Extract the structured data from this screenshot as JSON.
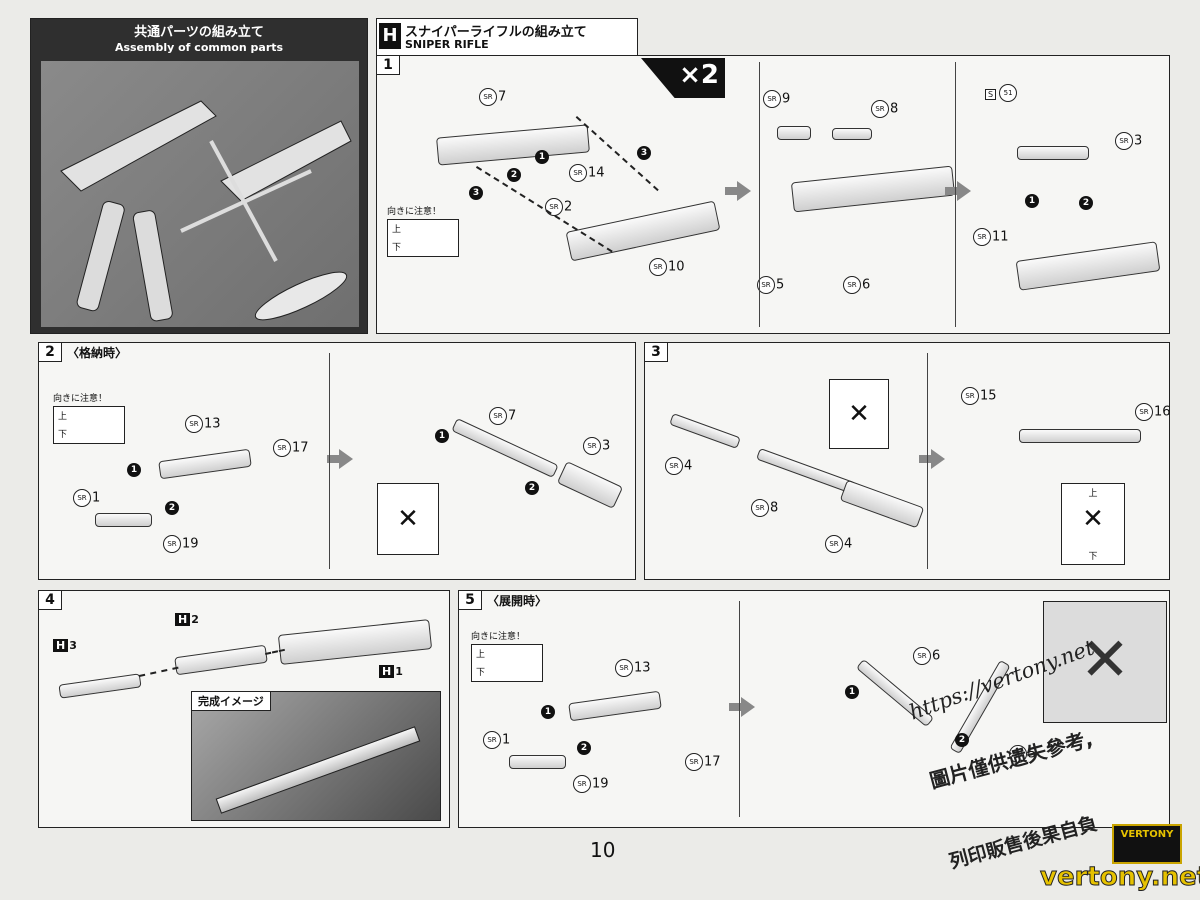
{
  "header": {
    "common_title_jp": "共通パーツの組み立て",
    "common_title_en": "Assembly of common parts",
    "section_letter": "H",
    "section_title_jp": "スナイパーライフルの組み立て",
    "section_title_en": "SNIPER RIFLE"
  },
  "orientation_note": {
    "label": "向きに注意！",
    "top": "上",
    "bottom": "下"
  },
  "sr_prefix": "SR",
  "s_prefix": "S",
  "step1": {
    "number": "1",
    "multiplier": "×2",
    "parts": [
      "7",
      "14",
      "2",
      "10",
      "9",
      "8",
      "5",
      "6",
      "51",
      "3",
      "11"
    ],
    "order": [
      "1",
      "2",
      "3"
    ]
  },
  "step2": {
    "number": "2",
    "label": "〈格納時〉",
    "parts": [
      "13",
      "17",
      "1",
      "19",
      "7",
      "3"
    ]
  },
  "step3": {
    "number": "3",
    "label": "",
    "parts": [
      "4",
      "8",
      "4",
      "15",
      "16"
    ]
  },
  "step4": {
    "number": "4",
    "badges": [
      {
        "letter": "H",
        "num": "3"
      },
      {
        "letter": "H",
        "num": "2"
      },
      {
        "letter": "H",
        "num": "1"
      }
    ],
    "image_title": "完成イメージ"
  },
  "step5": {
    "number": "5",
    "label": "〈展開時〉",
    "parts": [
      "13",
      "1",
      "17",
      "19",
      "6",
      "5"
    ]
  },
  "page_number": "10",
  "watermark": {
    "url": "https://vertony.net",
    "line1": "圖片僅供遗失參考,",
    "line2": "列印販售後果自負",
    "brand_top": "VERTONY",
    "brand_bottom": "vertony.net"
  }
}
